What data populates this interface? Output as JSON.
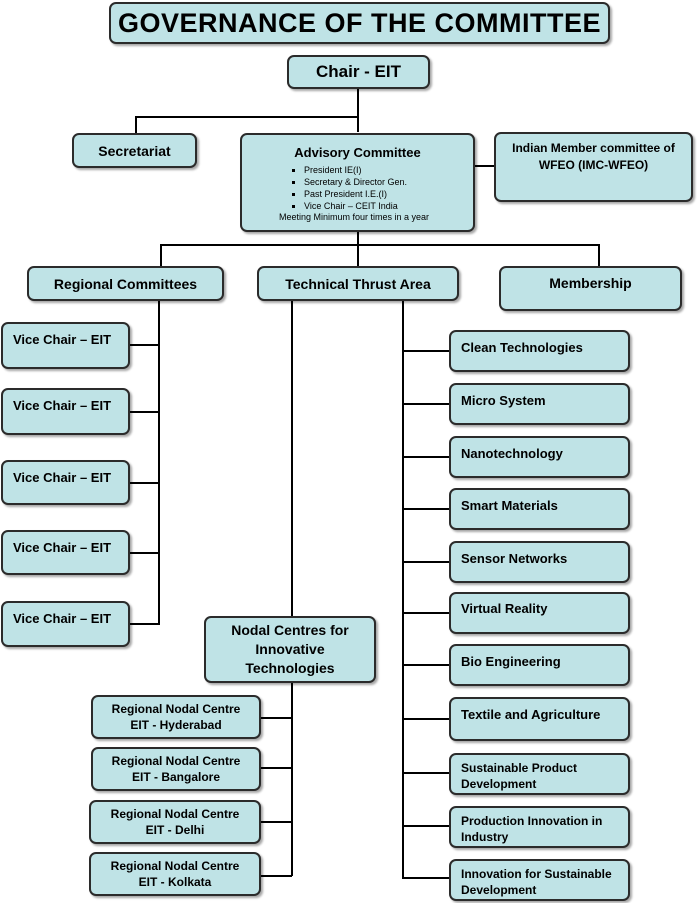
{
  "title": "GOVERNANCE OF THE COMMITTEE",
  "chair": "Chair - EIT",
  "secretariat": "Secretariat",
  "advisory": {
    "title": "Advisory Committee",
    "members": [
      "President IE(I)",
      "Secretary & Director Gen.",
      "Past President I.E.(I)",
      "Vice Chair – CEIT India"
    ],
    "note": "Meeting Minimum four times in a year"
  },
  "indian_member": "Indian Member committee of WFEO (IMC-WFEO)",
  "regional_committees": "Regional Committees",
  "technical_thrust": "Technical Thrust Area",
  "membership": "Membership",
  "vice_chairs": [
    "Vice Chair – EIT",
    "Vice Chair – EIT",
    "Vice Chair – EIT",
    "Vice Chair – EIT",
    "Vice Chair – EIT"
  ],
  "nodal_centres": "Nodal Centres for Innovative Technologies",
  "regional_nodal": [
    "Regional Nodal Centre EIT - Hyderabad",
    "Regional Nodal Centre EIT - Bangalore",
    "Regional Nodal Centre EIT - Delhi",
    "Regional Nodal Centre EIT - Kolkata"
  ],
  "thrust_areas": [
    "Clean Technologies",
    "Micro System",
    "Nanotechnology",
    "Smart Materials",
    "Sensor Networks",
    "Virtual Reality",
    "Bio Engineering",
    "Textile and Agriculture",
    "Sustainable Product Development",
    "Production Innovation in Industry",
    "Innovation for Sustainable Development"
  ]
}
